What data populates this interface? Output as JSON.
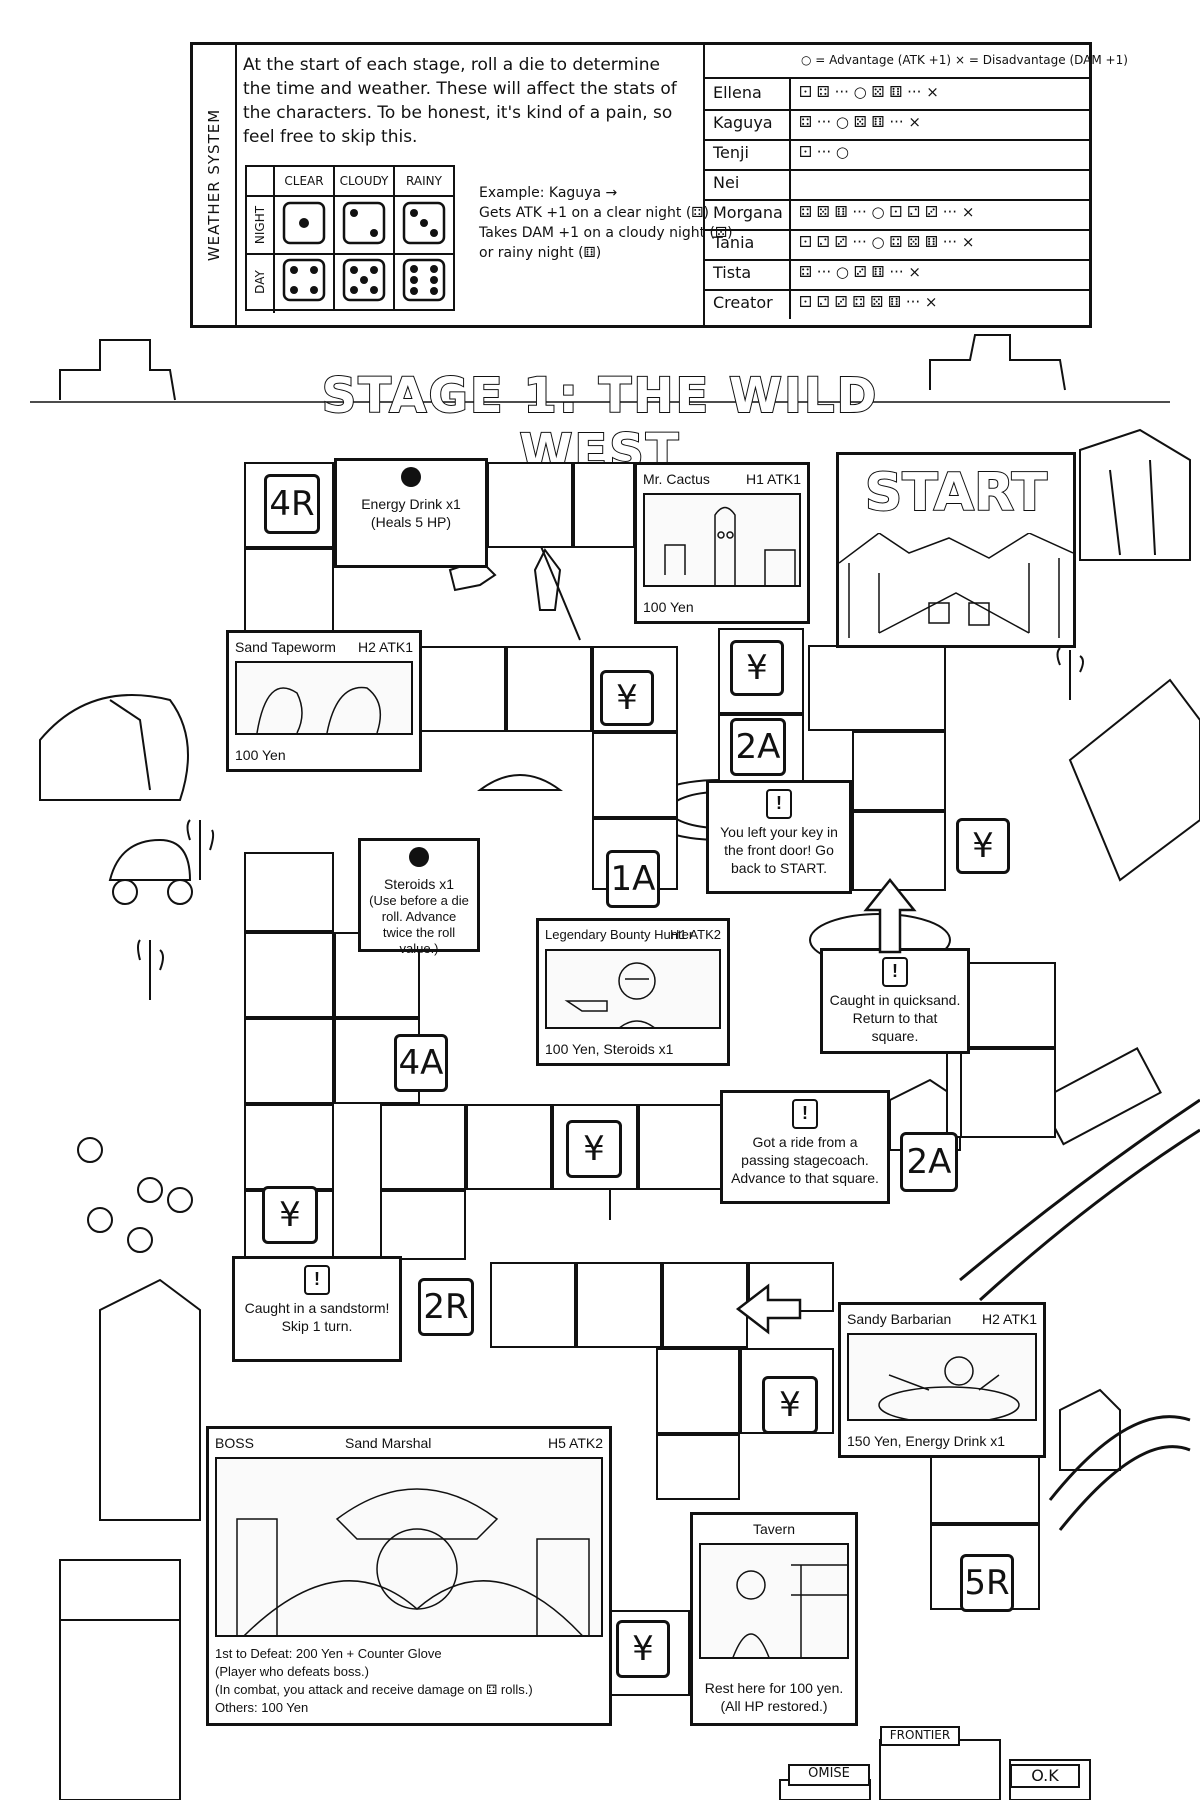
{
  "weather": {
    "sidebar_title": "WEATHER SYSTEM",
    "description": "At the start of each stage, roll a die to determine the time and weather. These will affect the stats of the characters. To be honest, it's kind of a pain, so feel free to skip this.",
    "columns": [
      "CLEAR",
      "CLOUDY",
      "RAINY"
    ],
    "rows": [
      "NIGHT",
      "DAY"
    ],
    "die_faces": [
      [
        1,
        2,
        3
      ],
      [
        4,
        5,
        6
      ]
    ],
    "example": {
      "line1": "Example: Kaguya →",
      "line2": "Gets ATK +1 on a clear night (⚃)",
      "line3": "Takes DAM +1 on a cloudy night (⚄)",
      "line4": "or rainy night (⚅)"
    }
  },
  "stats_table": {
    "legend_adv": "○ = Advantage (ATK +1)",
    "legend_dis": "× = Disadvantage (DAM +1)",
    "rows": [
      {
        "name": "Ellena",
        "value": "⚀ ⚃ ··· ○     ⚄ ⚅ ··· ×"
      },
      {
        "name": "Kaguya",
        "value": "⚃ ··· ○     ⚄ ⚅ ··· ×"
      },
      {
        "name": "Tenji",
        "value": "⚀ ··· ○"
      },
      {
        "name": "Nei",
        "value": ""
      },
      {
        "name": "Morgana",
        "value": "⚃ ⚄ ⚅ ··· ○   ⚀ ⚁ ⚂ ··· ×"
      },
      {
        "name": "Tania",
        "value": "⚀ ⚁ ⚂ ··· ○   ⚃ ⚄ ⚅ ··· ×"
      },
      {
        "name": "Tista",
        "value": "⚃ ··· ○     ⚂ ⚅ ··· ×"
      },
      {
        "name": "Creator",
        "value": "⚀ ⚁ ⚂ ⚃ ⚄ ⚅ ··· ×"
      }
    ]
  },
  "stage_title": "STAGE 1: THE WILD WEST",
  "start_label": "START",
  "yen_symbol": "¥",
  "tags": {
    "t4r": "4R",
    "t2a_top": "2A",
    "t1a": "1A",
    "t4a": "4A",
    "t2a_right": "2A",
    "t2r": "2R",
    "t5r": "5R"
  },
  "cards": {
    "energy_drink": {
      "label": "Energy Drink x1",
      "sub": "(Heals 5 HP)"
    },
    "steroids": {
      "label": "Steroids x1",
      "sub": "(Use before a die roll. Advance twice the roll value.)"
    },
    "mr_cactus": {
      "name": "Mr. Cactus",
      "stat": "H1 ATK1",
      "reward": "100 Yen"
    },
    "sand_tapeworm": {
      "name": "Sand Tapeworm",
      "stat": "H2 ATK1",
      "reward": "100 Yen"
    },
    "bounty_hunter": {
      "name": "Legendary Bounty Hunter",
      "stat": "H1 ATK2",
      "reward": "100 Yen, Steroids x1"
    },
    "sandy_barbarian": {
      "name": "Sandy Barbarian",
      "stat": "H2 ATK1",
      "reward": "150 Yen, Energy Drink x1"
    },
    "boss": {
      "tag": "BOSS",
      "name": "Sand Marshal",
      "stat": "H5 ATK2",
      "reward1": "1st to Defeat: 200 Yen + Counter Glove",
      "reward2": "(Player who defeats boss.)",
      "reward3": "(In combat, you attack and receive damage on ⚃ rolls.)",
      "reward4": "Others: 100 Yen"
    },
    "tavern": {
      "name": "Tavern",
      "line1": "Rest here for 100 yen.",
      "line2": "(All HP restored.)"
    }
  },
  "events": {
    "key": "You left your key in the front door! Go back to START.",
    "quicksand": "Caught in quicksand. Return to that square.",
    "stagecoach": "Got a ride from a passing stagecoach. Advance to that square.",
    "sandstorm": "Caught in a sandstorm! Skip 1 turn.",
    "bang": "!"
  },
  "signs": {
    "frontier": "FRONTIER",
    "omise": "OMISE",
    "ok": "O.K"
  }
}
